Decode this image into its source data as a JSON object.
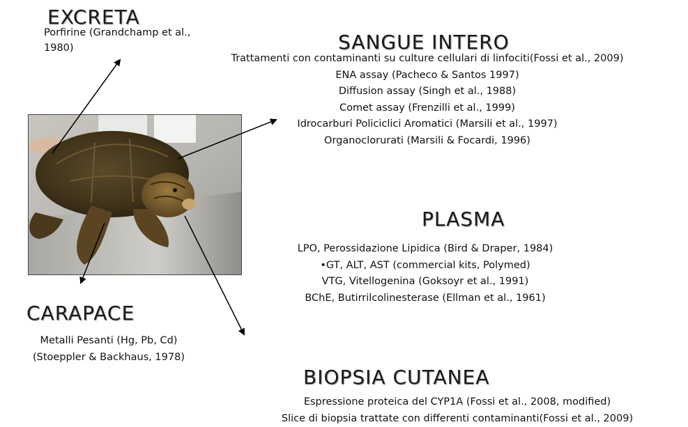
{
  "sections": {
    "excreta": {
      "title": "EXCRETA",
      "items": [
        "Porfirine (Grandchamp et al., 1980)"
      ]
    },
    "sangue_intero": {
      "title": "SANGUE INTERO",
      "items": [
        "Trattamenti con contaminanti su culture cellulari di linfociti(Fossi et al., 2009)",
        "ENA assay (Pacheco & Santos 1997)",
        "Diffusion assay (Singh et al., 1988)",
        "Comet assay (Frenzilli et al., 1999)",
        "Idrocarburi Policiclici Aromatici (Marsili et al., 1997)",
        "Organoclorurati (Marsili & Focardi, 1996)"
      ]
    },
    "plasma": {
      "title": "PLASMA",
      "items": [
        "LPO, Perossidazione Lipidica (Bird & Draper, 1984)",
        "•GT, ALT, AST (commercial kits, Polymed)",
        "VTG, Vitellogenina (Goksoyr et al., 1991)",
        "BChE, Butirrilcolinesterase (Ellman et al., 1961)"
      ]
    },
    "carapace": {
      "title": "CARAPACE",
      "items": [
        "Metalli Pesanti (Hg, Pb, Cd)",
        "(Stoeppler & Backhaus, 1978)"
      ]
    },
    "biopsia_cutanea": {
      "title": "BIOPSIA CUTANEA",
      "items": [
        "Espressione proteica del CYP1A (Fossi et al., 2008, modified)",
        "Slice di biopsia trattate con differenti contaminanti(Fossi et al., 2009)"
      ]
    }
  }
}
